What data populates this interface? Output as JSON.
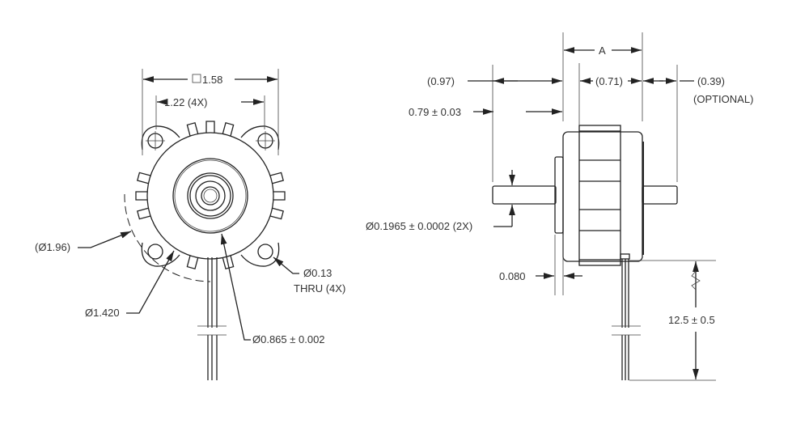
{
  "front_view": {
    "square_dim": "1.58",
    "hole_spacing": "1.22 (4X)",
    "bolt_circle": "(Ø1.96)",
    "body_dia": "Ø1.420",
    "pilot_dia": "Ø0.865 ± 0.002",
    "hole_dia": "Ø0.13",
    "hole_note": "THRU (4X)"
  },
  "side_view": {
    "length_a": "A",
    "shaft_front": "(0.97)",
    "body_len": "(0.71)",
    "shaft_rear": "(0.39)",
    "shaft_rear_note": "(OPTIONAL)",
    "shaft_ext": "0.79 ± 0.03",
    "shaft_dia": "Ø0.1965 ± 0.0002 (2X)",
    "pilot_len": "0.080",
    "lead_len": "12.5 ± 0.5"
  }
}
